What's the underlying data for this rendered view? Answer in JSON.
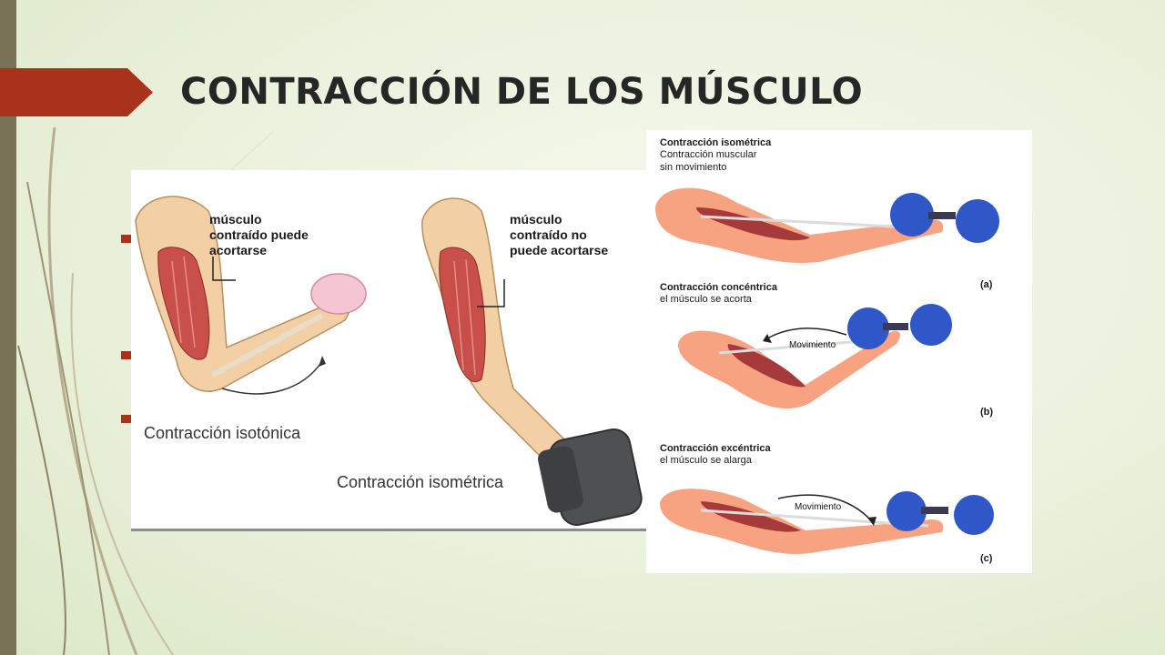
{
  "slide": {
    "title": "CONTRACCIÓN DE LOS MÚSCULO",
    "accent_color": "#a9321a",
    "sidebar_color": "#7a7257"
  },
  "left_figure": {
    "isotonic": {
      "label_line1": "músculo",
      "label_line2": "contraído puede",
      "label_line3": "acortarse",
      "caption": "Contracción isotónica"
    },
    "isometric": {
      "label_line1": "músculo",
      "label_line2": "contraído no",
      "label_line3": "puede acortarse",
      "caption": "Contracción isométrica"
    }
  },
  "right_figure": {
    "a": {
      "title": "Contracción isométrica",
      "subtitle_line1": "Contracción muscular",
      "subtitle_line2": "sin movimiento",
      "tag": "(a)"
    },
    "b": {
      "title": "Contracción concéntrica",
      "subtitle": "el músculo se acorta",
      "movement": "Movimiento",
      "tag": "(b)"
    },
    "c": {
      "title": "Contracción excéntrica",
      "subtitle": "el músculo se alarga",
      "movement": "Movimiento",
      "tag": "(c)"
    }
  }
}
